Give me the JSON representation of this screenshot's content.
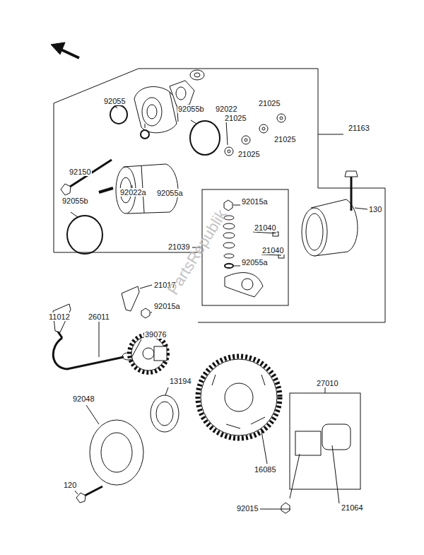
{
  "diagram": {
    "labels": [
      "92055",
      "92055b",
      "92022",
      "21025",
      "21025",
      "21025",
      "21025",
      "21163",
      "92150",
      "92022a",
      "92055a",
      "130",
      "92055b",
      "92015a",
      "21040",
      "21039",
      "21040",
      "92055a",
      "11012",
      "26011",
      "21017",
      "92015a",
      "39076",
      "13194",
      "92048",
      "27010",
      "16085",
      "21064",
      "120",
      "92015",
      "PartsRepublik"
    ]
  }
}
